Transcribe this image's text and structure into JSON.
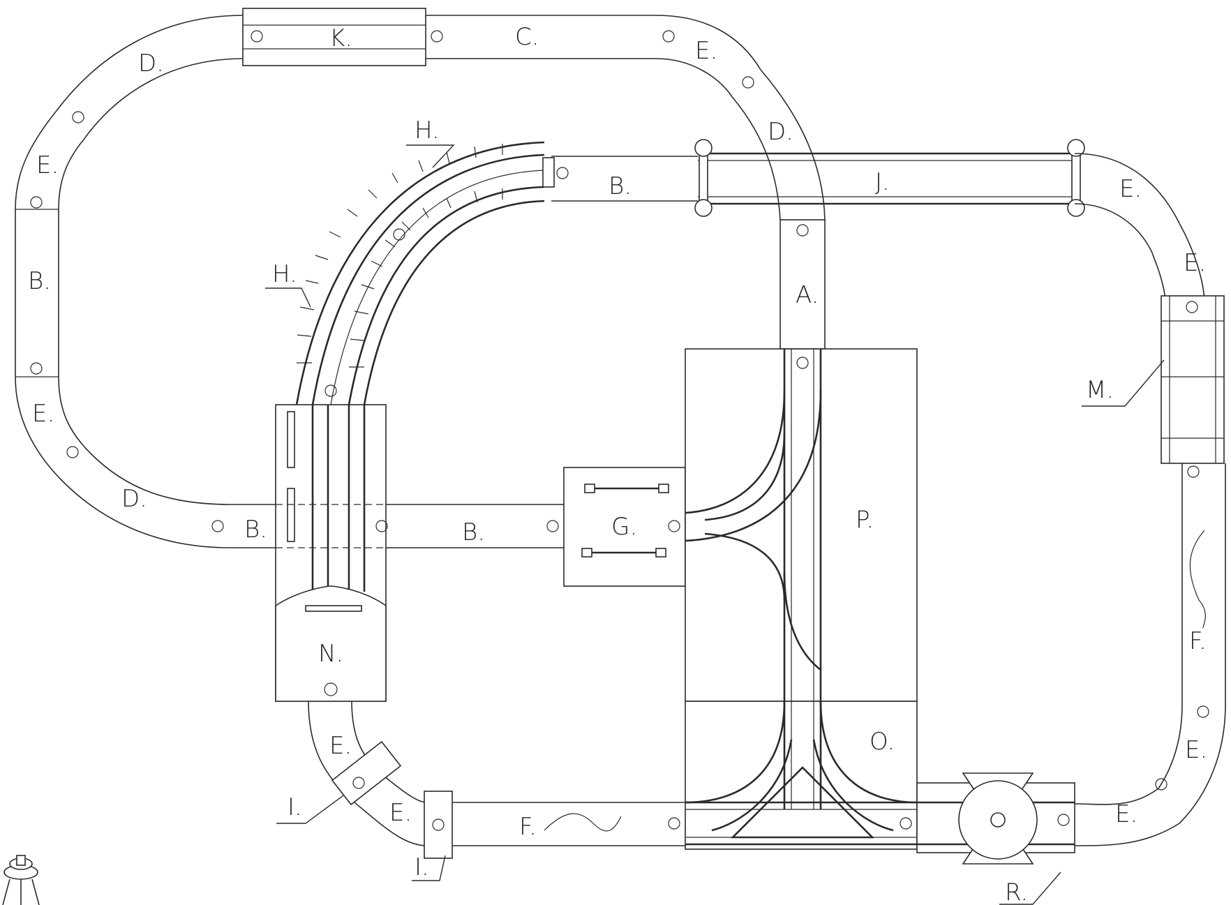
{
  "pieces": {
    "top": {
      "k": "K.",
      "c": "C.",
      "d": "D.",
      "e": "E."
    },
    "left": {
      "e_upper": "E.",
      "b": "B.",
      "e_lower": "E.",
      "d_lower": "D."
    },
    "middle": {
      "d_cross": "D.",
      "b_bridge": "B.",
      "j": "J.",
      "a": "A.",
      "h_upper": "H.",
      "h_lower": "H."
    },
    "right": {
      "e1": "E.",
      "e2": "E.",
      "m": "M.",
      "f": "F.",
      "e3": "E.",
      "e4": "E."
    },
    "center": {
      "b_left": "B.",
      "b_mid": "B.",
      "g": "G.",
      "p": "P.",
      "o": "O.",
      "n": "N."
    },
    "bottom": {
      "e_curve": "E.",
      "i_left": "I.",
      "e_short": "E.",
      "i_small": "I.",
      "f": "F.",
      "r": "R."
    }
  }
}
